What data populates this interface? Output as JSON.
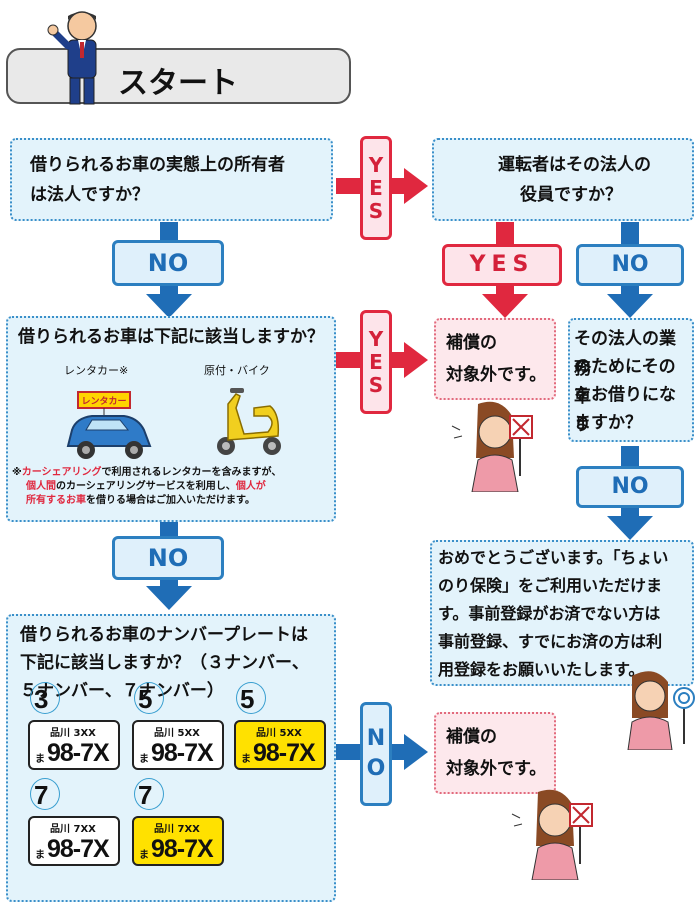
{
  "start_label": "スタート",
  "q1": {
    "line1": "借りられるお車の実態上の所有者",
    "line2": "は法人ですか？"
  },
  "q2": {
    "line1": "運転者はその法人の",
    "line2": "役員ですか？"
  },
  "q3": {
    "title": "借りられるお車は下記に該当しますか？",
    "item1": "レンタカー※",
    "item2": "原付・バイク",
    "rental_sign": "レンタカー",
    "note_line1_a": "※",
    "note_line1_b": "カーシェアリング",
    "note_line1_c": "で利用されるレンタカーを含みますが、",
    "note_line2_a": "個人間",
    "note_line2_b": "のカーシェアリングサービスを利用し、",
    "note_line2_c": "個人が",
    "note_line3_a": "所有するお車",
    "note_line3_b": "を借りる場合はご加入いただけます。"
  },
  "q4": {
    "line1": "その法人の業務",
    "line2": "のためにその車",
    "line3": "をお借りになり",
    "line4": "ますか？"
  },
  "q5": {
    "line1": "借りられるお車のナンバープレートは",
    "line2": "下記に該当しますか？（３ナンバー、",
    "line3": "５ナンバー、７ナンバー）"
  },
  "result_excluded_1": {
    "line1": "補償の",
    "line2": "対象外です。"
  },
  "result_excluded_2": {
    "line1": "補償の",
    "line2": "対象外です。"
  },
  "result_ok": {
    "line1": "おめでとうございます。「ちょい",
    "line2": "のり保険」をご利用いただけま",
    "line3": "す。事前登録がお済でない方は",
    "line4": "事前登録、すでにお済の方は利",
    "line5": "用登録をお願いいたします。"
  },
  "labels": {
    "yes": "YES",
    "no": "NO"
  },
  "plates": [
    {
      "class_num": "3",
      "pref": "品川 3XX",
      "hira": "ま",
      "number": "98-7X",
      "color": "white"
    },
    {
      "class_num": "5",
      "pref": "品川 5XX",
      "hira": "ま",
      "number": "98-7X",
      "color": "white"
    },
    {
      "class_num": "5",
      "pref": "品川 5XX",
      "hira": "ま",
      "number": "98-7X",
      "color": "yellow"
    },
    {
      "class_num": "7",
      "pref": "品川 7XX",
      "hira": "ま",
      "number": "98-7X",
      "color": "white"
    },
    {
      "class_num": "7",
      "pref": "品川 7XX",
      "hira": "ま",
      "number": "98-7X",
      "color": "yellow"
    }
  ],
  "colors": {
    "no_blue": "#2c7fc0",
    "yes_red": "#e0283f",
    "box_bg": "#e3f3fb",
    "pink_bg": "#fde8ec",
    "note_red": "#e0283f"
  }
}
